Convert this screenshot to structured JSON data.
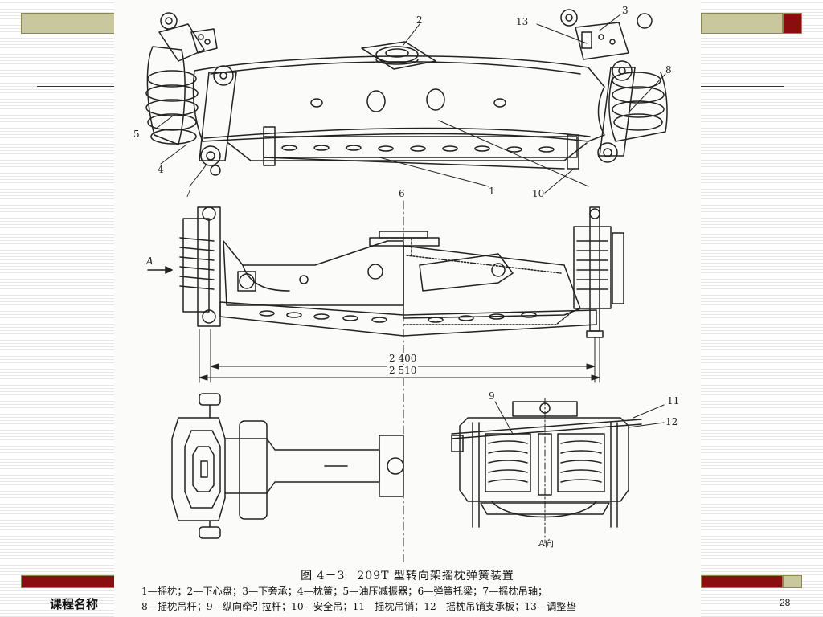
{
  "slide": {
    "course_name": "课程名称",
    "page_number": "28"
  },
  "figure": {
    "callouts": {
      "c1": "1",
      "c2": "2",
      "c3": "3",
      "c4": "4",
      "c5": "5",
      "c6": "6",
      "c7": "7",
      "c8": "8",
      "c9": "9",
      "c10": "10",
      "c11": "11",
      "c12": "12",
      "c13": "13"
    },
    "view_a_label": "A",
    "view_a_direction": "A向",
    "dimensions": {
      "inner": "2 400",
      "outer": "2 510"
    },
    "caption_title": "图 4－3　209T 型转向架摇枕弹簧装置",
    "legend": [
      "1—摇枕；2—下心盘；3—下旁承；4—枕簧；5—油压减振器；6—弹簧托梁；7—摇枕吊轴；",
      "8—摇枕吊杆；9—纵向牵引拉杆；10—安全吊；11—摇枕吊销；12—摇枕吊销支承板；13—调整垫"
    ]
  },
  "colors": {
    "olive": "#c9c79e",
    "maroon": "#8a0e10",
    "ink": "#222222"
  }
}
